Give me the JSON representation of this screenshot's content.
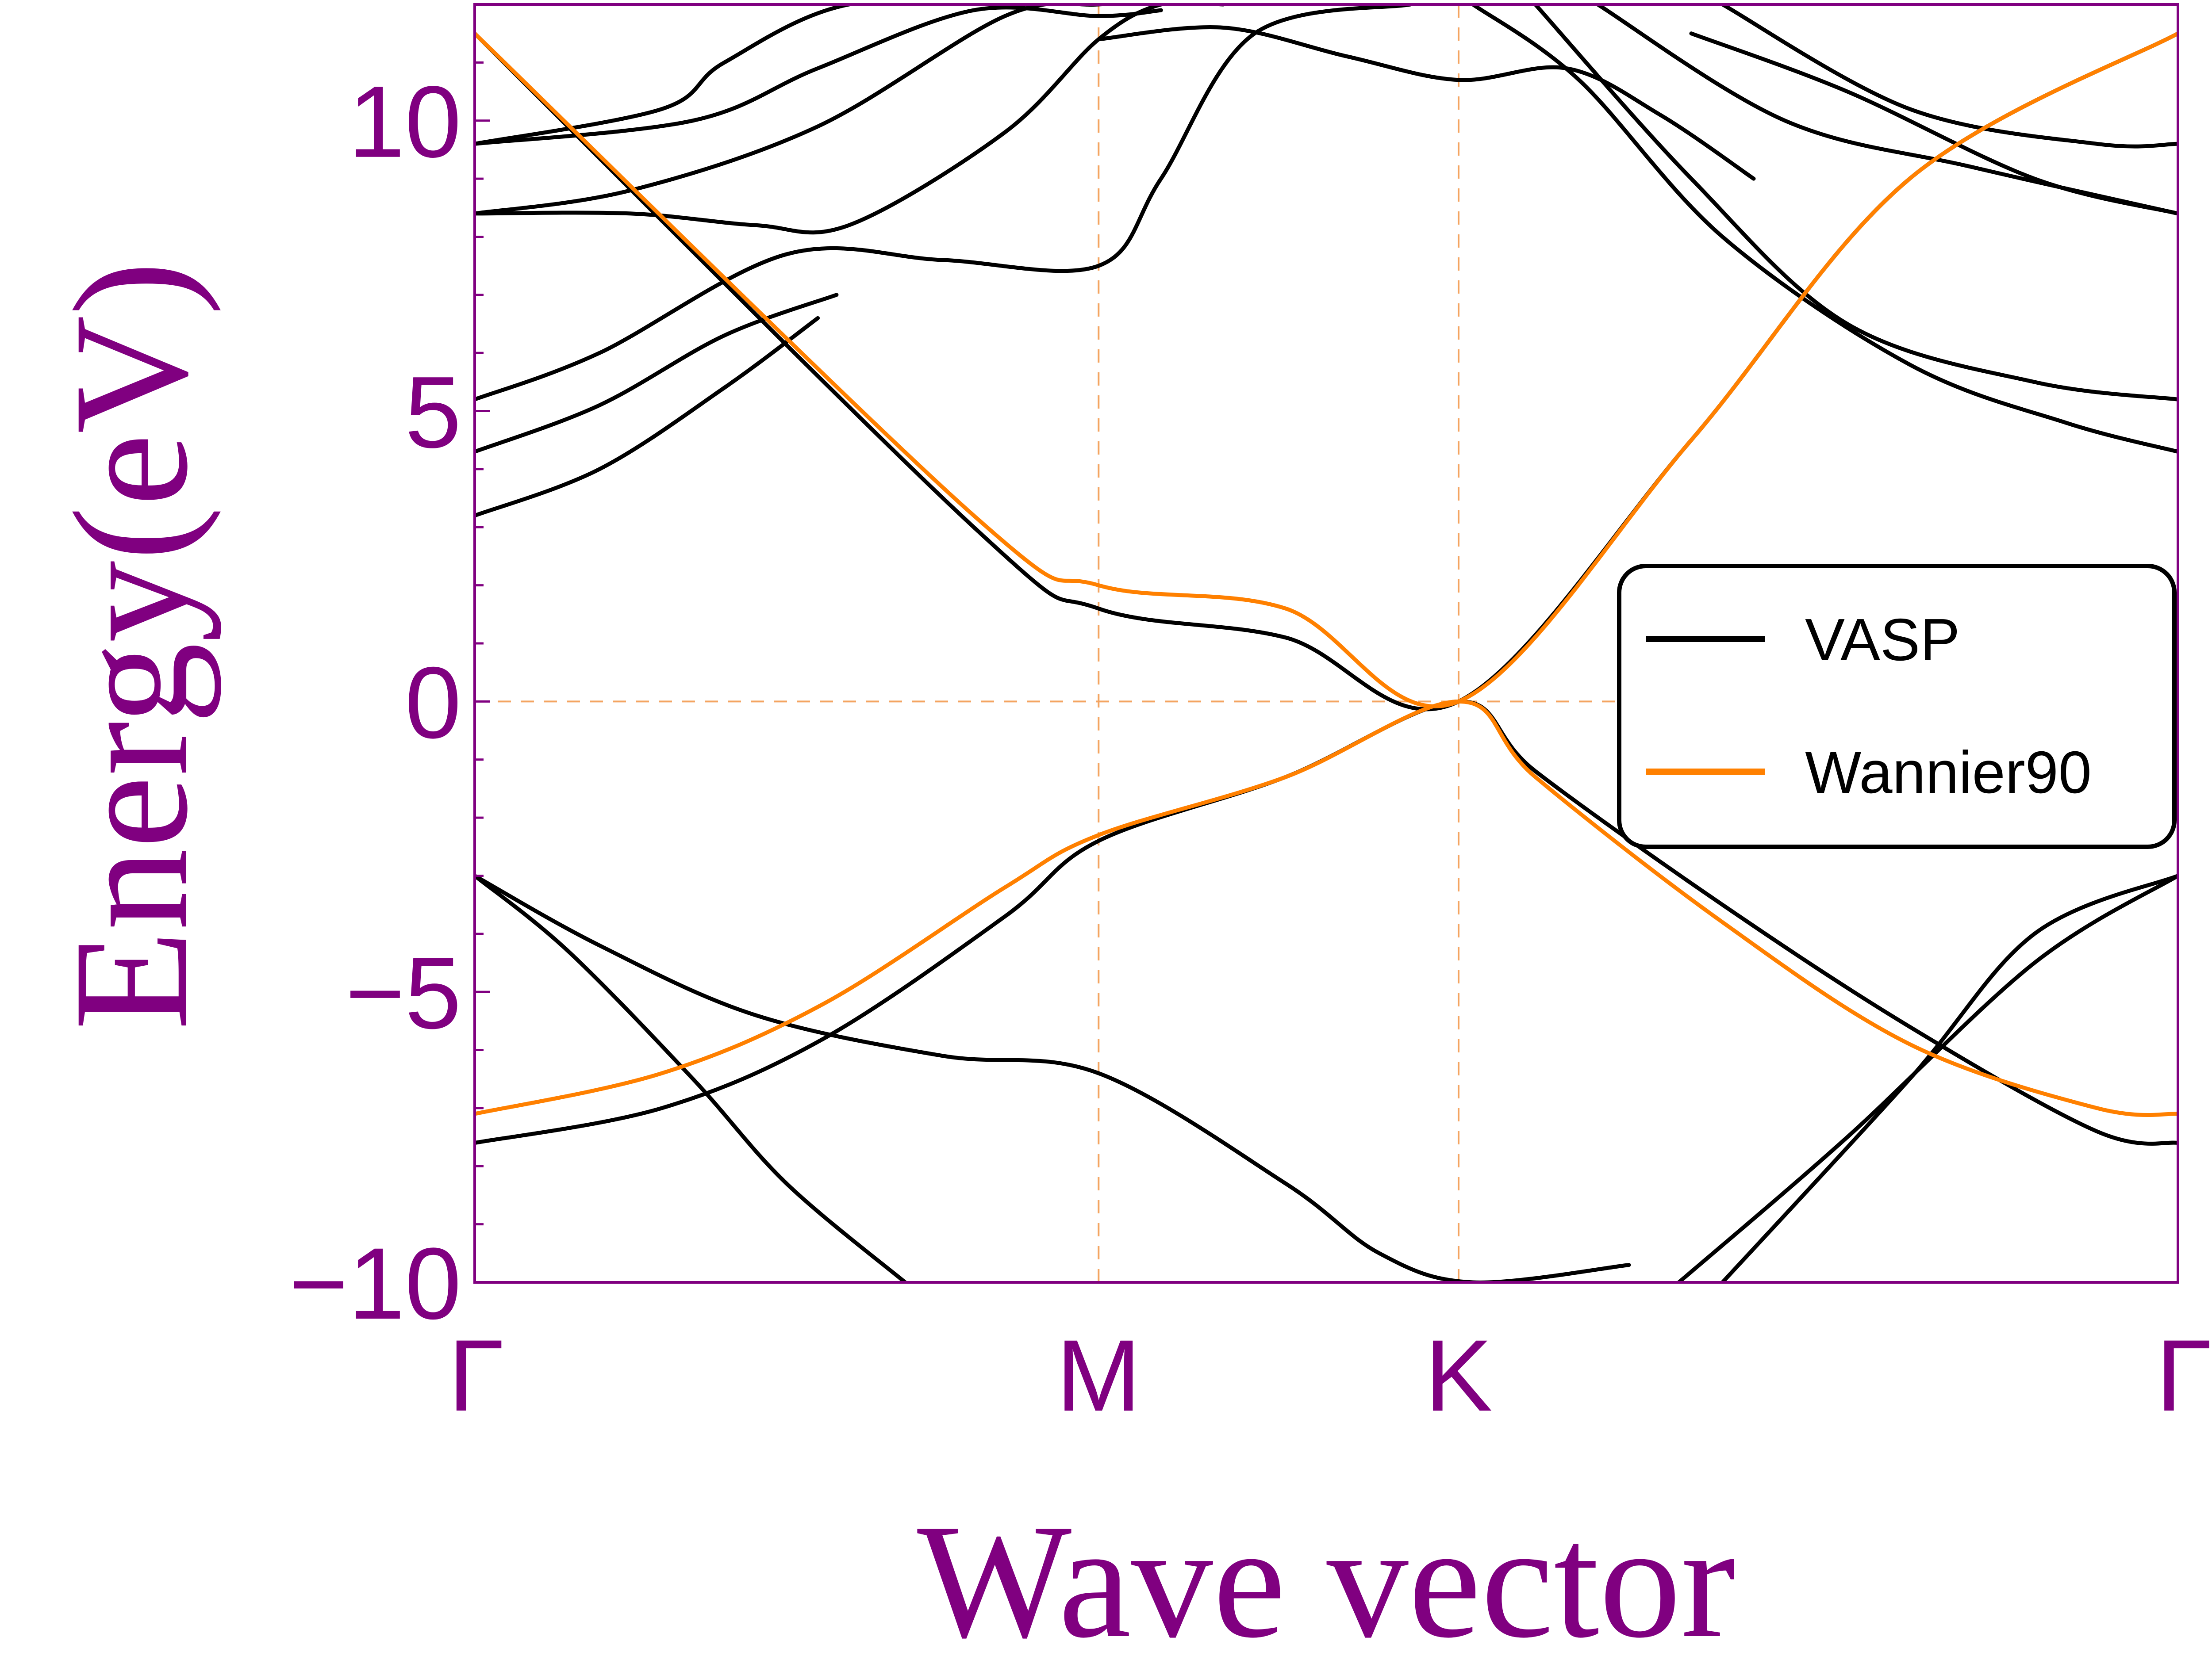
{
  "chart_data": {
    "type": "line",
    "xlabel": "Wave vector",
    "ylabel": "Energy(eV)",
    "x_domain": [
      0,
      2.73
    ],
    "ylim": [
      -10,
      12
    ],
    "yticks": [
      -10,
      -5,
      0,
      5,
      10
    ],
    "minor_ytick_step": 1,
    "kpoints": [
      {
        "label": "Γ",
        "x": 0
      },
      {
        "label": "M",
        "x": 1
      },
      {
        "label": "K",
        "x": 1.577
      },
      {
        "label": "Γ",
        "x": 2.73
      }
    ],
    "fermi_level": 0,
    "legend": {
      "position": "right",
      "entries": [
        "VASP",
        "Wannier90"
      ]
    },
    "colors": {
      "axis": "#800080",
      "vasp": "#000000",
      "wannier": "#ff8000",
      "guide": "#f4a460"
    },
    "series": [
      {
        "name": "VASP",
        "color": "#000000",
        "bands": [
          {
            "x": [
              0,
              0.3,
              0.56,
              0.85,
              1.0,
              1.3,
              1.577,
              1.7,
              2.0,
              2.3,
              2.6,
              2.73
            ],
            "y": [
              -7.6,
              -7.0,
              -5.8,
              -3.7,
              -2.4,
              -1.3,
              0,
              -1.2,
              -3.5,
              -5.6,
              -7.4,
              -7.6
            ]
          },
          {
            "x": [
              0,
              0.8,
              1.0,
              1.3,
              1.577,
              1.95,
              2.3,
              2.73
            ],
            "y": [
              11.5,
              3.0,
              1.6,
              1.1,
              0,
              4.5,
              9.0,
              11.5
            ]
          },
          {
            "x": [
              0,
              0.2,
              0.45,
              0.75,
              1.0,
              1.3,
              1.45,
              1.6,
              1.85
            ],
            "y": [
              -3.0,
              -4.2,
              -5.4,
              -6.1,
              -6.4,
              -8.3,
              -9.5,
              -10.0,
              -9.7
            ]
          },
          {
            "x": [
              0,
              0.15,
              0.35,
              0.5,
              0.69
            ],
            "y": [
              -3.0,
              -4.3,
              -6.5,
              -8.3,
              -10.0
            ]
          },
          {
            "x": [
              1.93,
              2.2,
              2.5,
              2.73
            ],
            "y": [
              -10.0,
              -7.5,
              -4.5,
              -3.0
            ]
          },
          {
            "x": [
              2.0,
              2.3,
              2.5,
              2.73
            ],
            "y": [
              -10.0,
              -6.5,
              -4.0,
              -3.0
            ]
          },
          {
            "x": [
              0,
              0.2,
              0.4,
              0.55
            ],
            "y": [
              3.2,
              4.0,
              5.4,
              6.6
            ]
          },
          {
            "x": [
              0,
              0.2,
              0.4,
              0.58
            ],
            "y": [
              4.3,
              5.1,
              6.3,
              7.0
            ]
          },
          {
            "x": [
              0,
              0.2,
              0.5,
              0.75,
              1.0,
              1.1,
              1.25,
              1.5
            ],
            "y": [
              5.2,
              6.0,
              7.7,
              7.6,
              7.5,
              9.0,
              11.5,
              12.0
            ]
          },
          {
            "x": [
              0,
              0.25,
              0.45,
              0.6,
              0.85,
              1.0,
              1.1,
              1.2
            ],
            "y": [
              8.4,
              8.4,
              8.2,
              8.2,
              9.8,
              11.4,
              12.0,
              12.0
            ]
          },
          {
            "x": [
              0,
              0.25,
              0.55,
              0.85,
              1.0,
              1.1
            ],
            "y": [
              8.4,
              8.8,
              9.9,
              11.8,
              12.0,
              12.0
            ]
          },
          {
            "x": [
              0,
              0.35,
              0.55,
              0.8,
              1.0,
              1.1
            ],
            "y": [
              9.6,
              10.0,
              10.9,
              11.9,
              11.8,
              11.9
            ]
          },
          {
            "x": [
              0,
              0.3,
              0.4,
              0.6,
              0.88
            ],
            "y": [
              9.6,
              10.2,
              11.0,
              12.0,
              12.0
            ]
          },
          {
            "x": [
              1.0,
              1.2,
              1.4,
              1.577,
              1.75,
              1.9,
              2.05
            ],
            "y": [
              11.4,
              11.6,
              11.1,
              10.7,
              10.9,
              10.1,
              9.0
            ]
          },
          {
            "x": [
              1.6,
              1.77,
              2.0,
              2.3,
              2.55,
              2.73
            ],
            "y": [
              12.0,
              10.7,
              8.0,
              5.8,
              4.8,
              4.3
            ]
          },
          {
            "x": [
              1.7,
              1.95,
              2.2,
              2.5,
              2.73
            ],
            "y": [
              12.0,
              9.0,
              6.5,
              5.5,
              5.2
            ]
          },
          {
            "x": [
              1.95,
              2.2,
              2.5,
              2.73
            ],
            "y": [
              11.5,
              10.5,
              9.0,
              8.4
            ]
          },
          {
            "x": [
              1.8,
              2.1,
              2.4,
              2.73
            ],
            "y": [
              12.0,
              10.0,
              9.2,
              8.4
            ]
          },
          {
            "x": [
              2.0,
              2.3,
              2.6,
              2.73
            ],
            "y": [
              12.0,
              10.2,
              9.6,
              9.6
            ]
          }
        ]
      },
      {
        "name": "Wannier90",
        "color": "#ff8000",
        "bands": [
          {
            "x": [
              0,
              0.3,
              0.56,
              0.85,
              1.0,
              1.3,
              1.577,
              1.7,
              2.0,
              2.3,
              2.6,
              2.73
            ],
            "y": [
              -7.1,
              -6.4,
              -5.2,
              -3.2,
              -2.3,
              -1.3,
              0,
              -1.3,
              -3.8,
              -5.9,
              -7.0,
              -7.1
            ]
          },
          {
            "x": [
              0,
              0.8,
              1.0,
              1.3,
              1.577,
              1.95,
              2.3,
              2.73
            ],
            "y": [
              11.5,
              3.2,
              2.0,
              1.6,
              0,
              4.5,
              9.0,
              11.5
            ]
          }
        ]
      }
    ]
  }
}
